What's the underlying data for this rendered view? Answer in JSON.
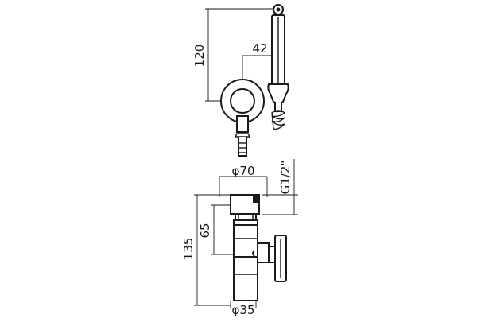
{
  "top_view": {
    "height_dim": "120",
    "width_dim": "42"
  },
  "side_view": {
    "diameter_top": "φ70",
    "thread": "G1/2\"",
    "height_total": "135",
    "height_partial": "65",
    "diameter_bottom": "φ35"
  },
  "colors": {
    "line": "#1a1a1a",
    "background": "#ffffff"
  }
}
